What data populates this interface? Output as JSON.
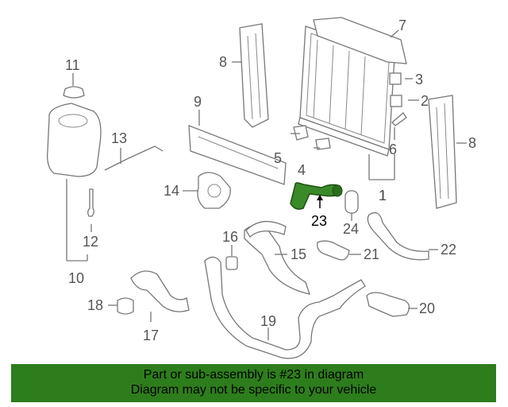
{
  "callouts": {
    "c1": "1",
    "c2": "2",
    "c3": "3",
    "c4": "4",
    "c5": "5",
    "c6": "6",
    "c7": "7",
    "c8a": "8",
    "c8b": "8",
    "c9": "9",
    "c10": "10",
    "c11": "11",
    "c12": "12",
    "c13": "13",
    "c14": "14",
    "c15": "15",
    "c16": "16",
    "c17": "17",
    "c18": "18",
    "c19": "19",
    "c20": "20",
    "c21": "21",
    "c22": "22",
    "c23": "23",
    "c24": "24"
  },
  "highlight": {
    "part_number": "23",
    "color": "#2e7d1c",
    "fill_color": "#3a8a2a"
  },
  "banner": {
    "line1": "Part or sub-assembly is #23 in diagram",
    "line2": "Diagram may not be specific to your vehicle",
    "background": "#2e7d1c"
  }
}
